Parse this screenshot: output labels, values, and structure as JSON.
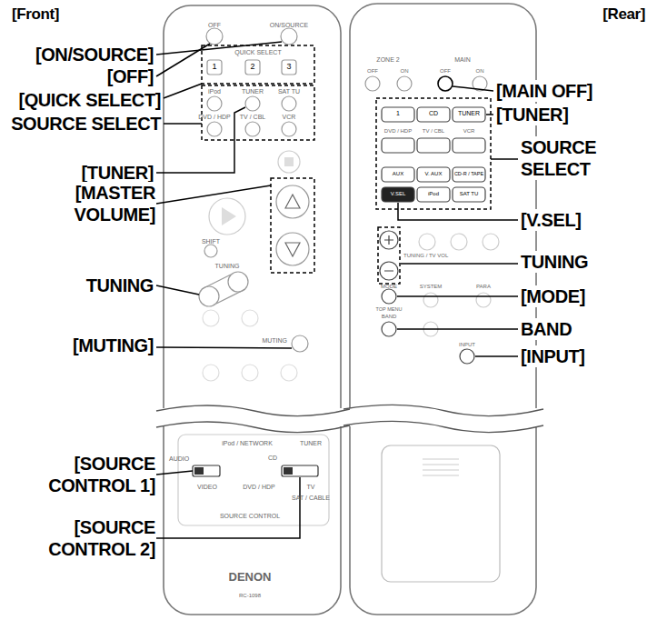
{
  "diagram": {
    "labels": [
      "[Front]",
      "[Rear]",
      "[ON/SOURCE]",
      "[OFF]",
      "[QUICK SELECT]",
      "SOURCE SELECT",
      "[TUNER]",
      "[MASTER VOLUME]",
      "TUNING",
      "[MUTING]",
      "[SOURCE CONTROL 1]",
      "[SOURCE CONTROL 2]",
      "[MAIN OFF]",
      "[TUNER]",
      "SOURCE SELECT",
      "[V.SEL]",
      "TUNING",
      "[MODE]",
      "BAND",
      "[INPUT]",
      "OFF",
      "ON/SOURCE",
      "QUICK SELECT",
      "1",
      "2",
      "3",
      "iPod",
      "TUNER",
      "SAT TU",
      "DVD / HDP",
      "TV / CBL",
      "VCR",
      "SHIFT",
      "TUNING",
      "MUTING",
      "iPod / NETWORK",
      "TUNER",
      "AUDIO",
      "CD",
      "VIDEO",
      "DVD / HDP",
      "TV",
      "SAT / CABLE",
      "SOURCE CONTROL",
      "DENON",
      "RC-1098",
      "ZONE 2",
      "MAIN",
      "OFF",
      "ON",
      "OFF",
      "ON",
      "1",
      "CD",
      "TUNER",
      "DVD / HDP",
      "TV / CBL",
      "VCR",
      "AUX",
      "V. AUX",
      "CD-R / TAPE",
      "V.SEL",
      "iPod",
      "SAT TU",
      "TUNING / TV VOL",
      "MODE",
      "SYSTEM",
      "PARA",
      "TOP MENU",
      "BAND",
      "INPUT"
    ]
  }
}
